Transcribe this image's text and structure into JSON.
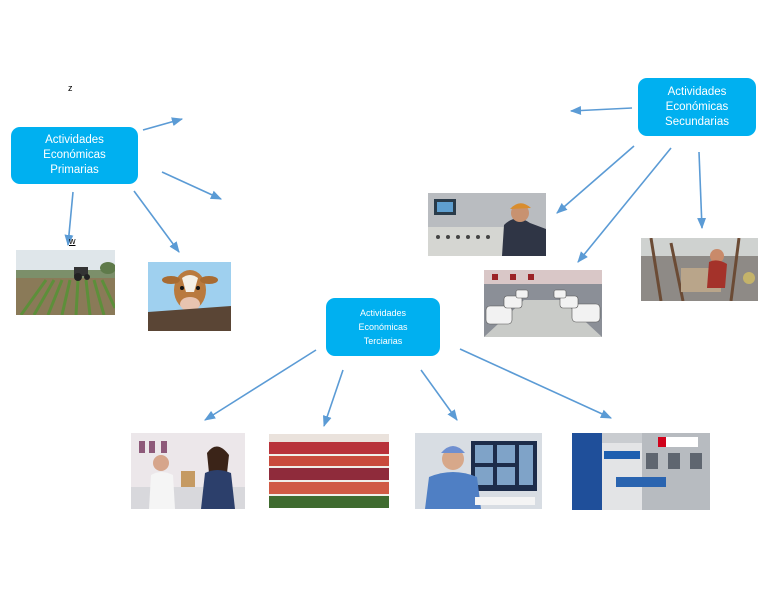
{
  "colors": {
    "box_fill": "#00b0f0",
    "arrow": "#5b9bd5"
  },
  "boxes": {
    "primarias": {
      "line1": "Actividades",
      "line2": "Económicas",
      "line3": "Primarias"
    },
    "secundarias": {
      "line1": "Actividades",
      "line2": "Económicas",
      "line3": "Secundarias"
    },
    "terciarias": {
      "line1": "Actividades",
      "line2": "Económicas",
      "line3": "Terciarias"
    }
  },
  "stray_marks": {
    "z": "z",
    "w": "w"
  },
  "images": {
    "tractor": "tractor-field-photo",
    "cow": "cow-photo",
    "control_room": "control-room-worker-photo",
    "car_factory": "car-assembly-line-photo",
    "mechanic": "mechanic-workshop-photo",
    "shop": "shop-counter-photo",
    "supermarket": "supermarket-produce-photo",
    "doctor": "doctor-scans-photo",
    "banks": "bank-storefronts-photo"
  }
}
